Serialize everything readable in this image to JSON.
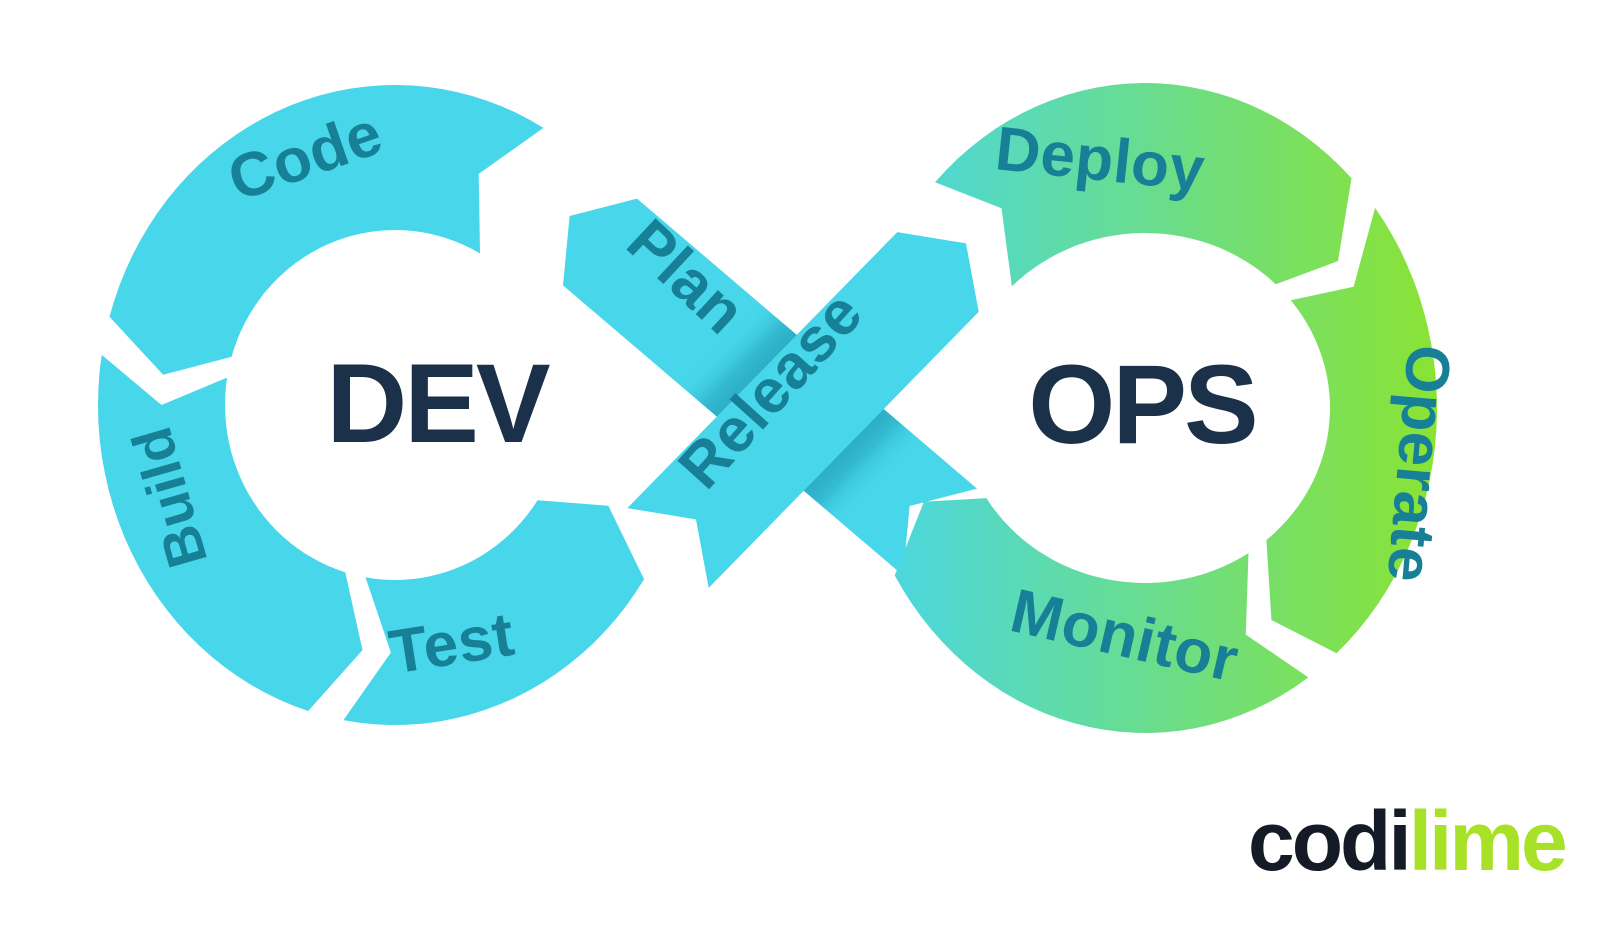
{
  "diagram": {
    "dev_label": "DEV",
    "ops_label": "OPS",
    "segments": {
      "plan": "Plan",
      "code": "Code",
      "build": "Build",
      "test": "Test",
      "release": "Release",
      "deploy": "Deploy",
      "operate": "Operate",
      "monitor": "Monitor"
    },
    "flow_order": [
      "Plan",
      "Code",
      "Build",
      "Test",
      "Release",
      "Deploy",
      "Operate",
      "Monitor"
    ],
    "colors": {
      "cyan": "#47D6EA",
      "green": "#8BE331",
      "label_teal": "#177F96",
      "dev_ops_navy": "#1B3049",
      "logo_dark": "#141B26",
      "logo_lime": "#A8E228",
      "crossing_shadow": "#1791AC",
      "background": "#FFFFFF"
    }
  },
  "logo": {
    "prefix": "codi",
    "suffix": "lime"
  }
}
